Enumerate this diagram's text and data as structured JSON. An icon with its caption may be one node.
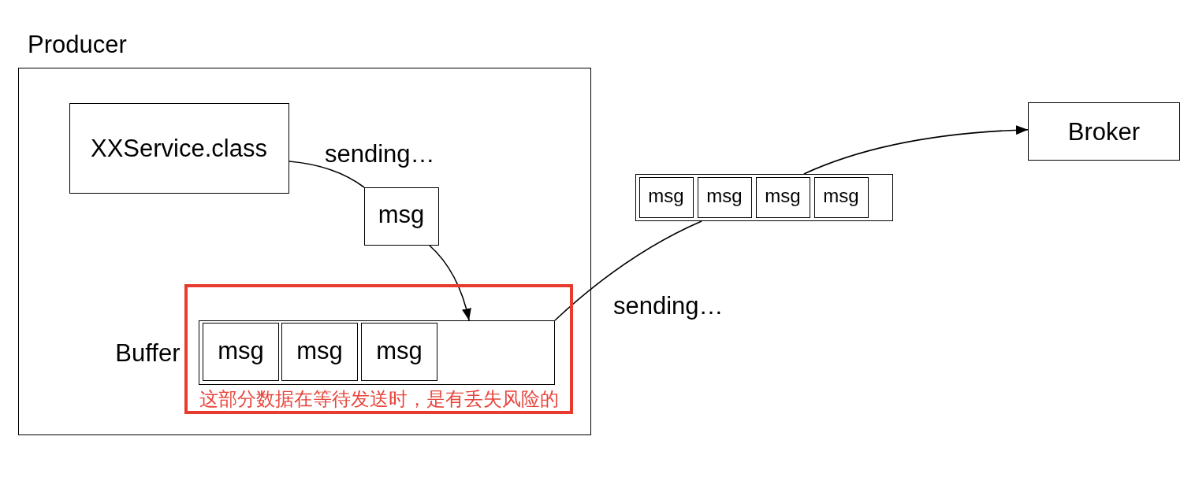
{
  "diagram": {
    "nodes": [
      {
        "text": [
          "Producer"
        ]
      },
      {
        "text": [
          "XXService.class"
        ],
        "in": 0
      },
      {
        "text": [
          "msg"
        ],
        "in": 0
      },
      {
        "text": [
          "这部分数据在等待发送时，是有丢失风险的"
        ],
        "in": 0
      },
      {
        "text": [
          "Buffer"
        ],
        "in": 3
      },
      {
        "text": [
          "msg"
        ],
        "in": 4
      },
      {
        "text": [
          "msg"
        ],
        "in": 4
      },
      {
        "text": [
          "msg"
        ],
        "in": 4
      },
      {
        "text": [],
        "shape": "box"
      },
      {
        "text": [
          "msg"
        ],
        "in": 8
      },
      {
        "text": [
          "msg"
        ],
        "in": 8
      },
      {
        "text": [
          "msg"
        ],
        "in": 8
      },
      {
        "text": [
          "msg"
        ],
        "in": 8
      },
      {
        "text": [
          "Broker"
        ]
      }
    ],
    "edges": [
      {
        "from": 1,
        "to": 2,
        "arrow": "none",
        "label": "sending…"
      },
      {
        "from": 2,
        "to": 4,
        "arrow": "to"
      },
      {
        "from": 4,
        "to": 8,
        "arrow": "none",
        "label": "sending…"
      },
      {
        "from": 8,
        "to": 13,
        "arrow": "to"
      }
    ]
  }
}
